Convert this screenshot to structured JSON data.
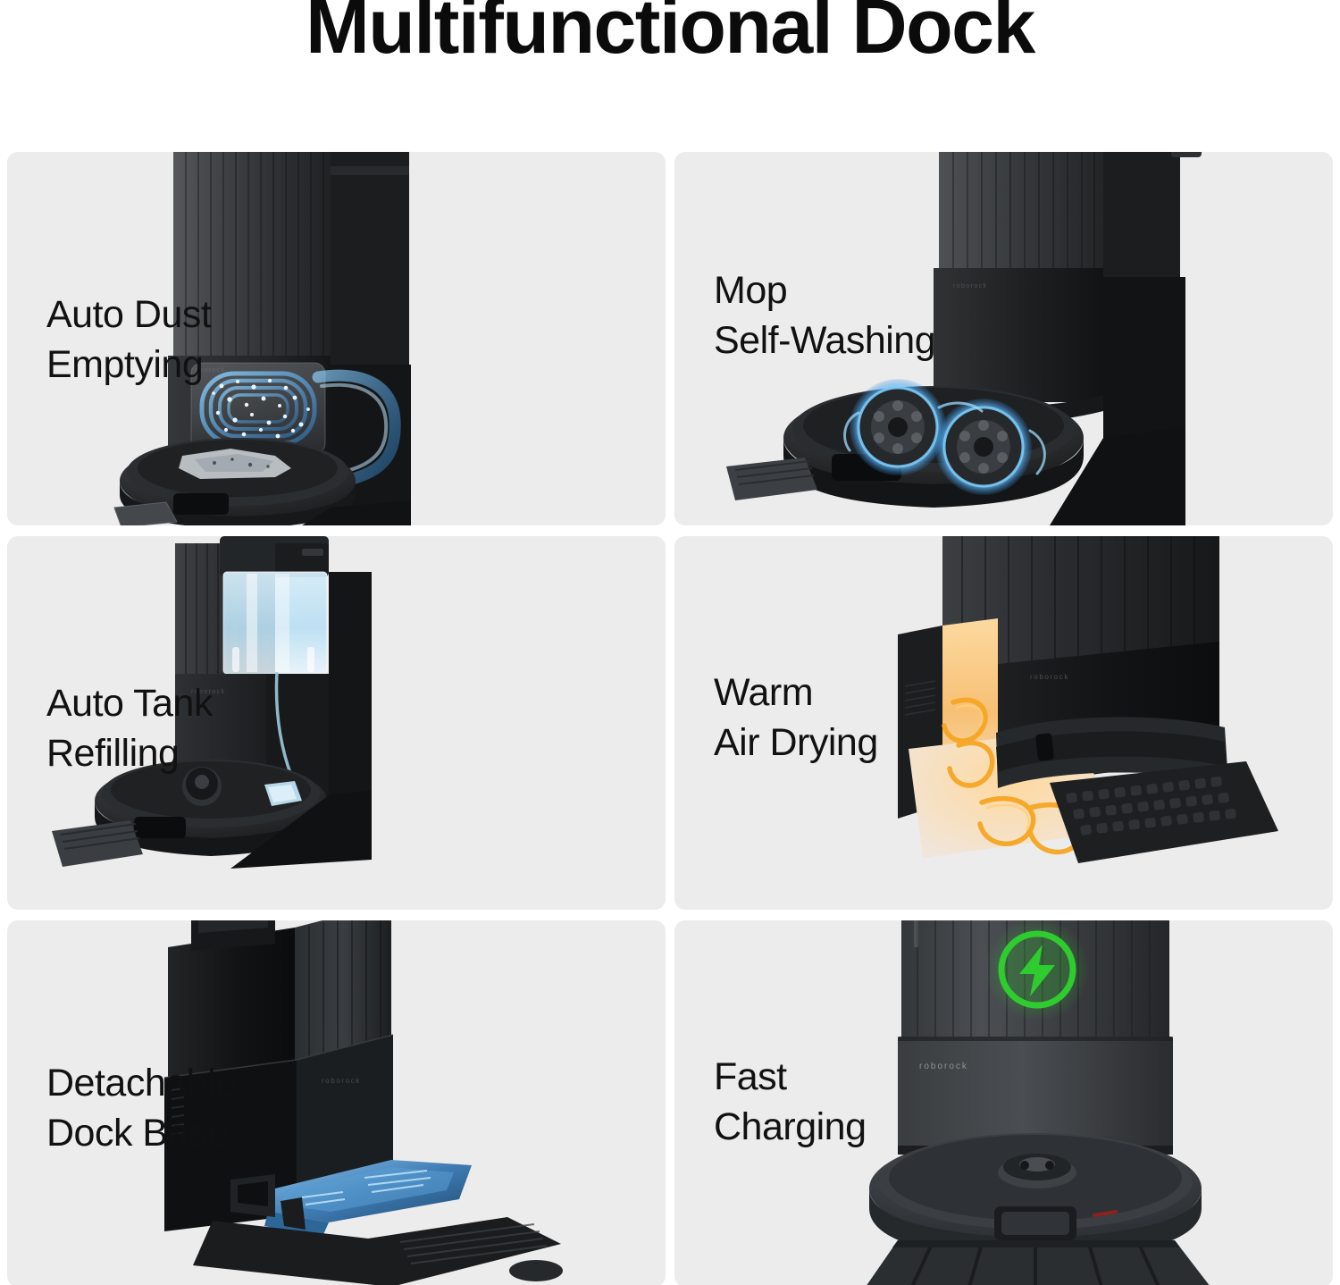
{
  "header": {
    "title": "Multifunctional Dock"
  },
  "theme": {
    "page_background": "#ffffff",
    "panel_background": "#ececec",
    "title_color": "#0b0b0b",
    "label_color": "#111111",
    "accent_blue": "#3fa9f5",
    "accent_amber": "#f5a623",
    "accent_green": "#2ecc2e",
    "device_dark": "#2a2c2e"
  },
  "features": [
    {
      "id": "auto-dust-emptying",
      "label": "Auto Dust\nEmptying",
      "label_line1": "Auto Dust",
      "label_line2": "Emptying",
      "art": "dock with robot vacuum, blue airflow swirl carrying dust from robot bin into dock dust bag",
      "highlight_color": "#3fa9f5"
    },
    {
      "id": "mop-self-washing",
      "label": "Mop\nSelf-Washing",
      "label_line1": "Mop",
      "label_line2": "Self-Washing",
      "art": "robot vacuum docked, two spinning round mop pads with blue water swirl",
      "highlight_color": "#3fa9f5"
    },
    {
      "id": "auto-tank-refilling",
      "label": "Auto Tank\nRefilling",
      "label_line1": "Auto Tank",
      "label_line2": "Refilling",
      "art": "dock with transparent clean water tank filled with light blue water, refilling robot tank",
      "highlight_color": "#9fd6f2"
    },
    {
      "id": "warm-air-drying",
      "label": "Warm\nAir Drying",
      "label_line1": "Warm",
      "label_line2": "Air Drying",
      "art": "dock cutaway with warm orange glow and amber airflow swirls drying mop pads",
      "highlight_color": "#f5a623"
    },
    {
      "id": "detachable-dock-base",
      "label": "Detachable\nDock Base",
      "label_line1": "Detachable",
      "label_line2": "Dock Base",
      "art": "dock tower with blue highlighted detachable base tray sliding out",
      "highlight_color": "#3b7fbf"
    },
    {
      "id": "fast-charging",
      "label": "Fast\nCharging",
      "label_line1": "Fast",
      "label_line2": "Charging",
      "art": "dock front view with robot vacuum and glowing green charging bolt icon",
      "highlight_color": "#2ecc2e",
      "badge_icon": "charging-bolt-icon"
    }
  ],
  "brand": {
    "wordmark": "roborock"
  }
}
